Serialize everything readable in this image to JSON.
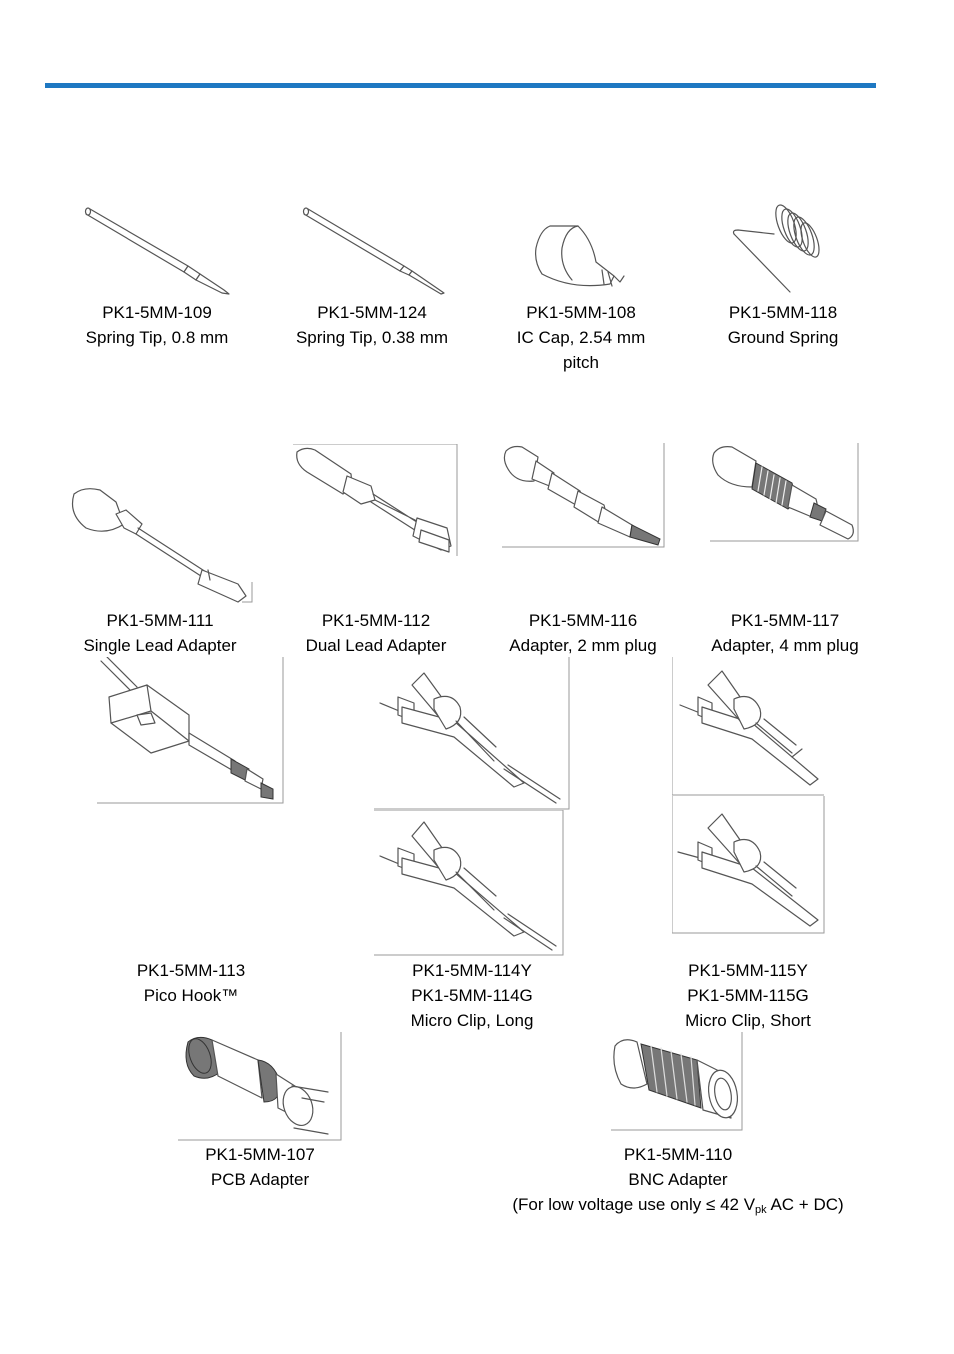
{
  "items": [
    {
      "code": "PK1-5MM-109",
      "desc": "Spring Tip, 0.8 mm",
      "desc2": ""
    },
    {
      "code": "PK1-5MM-124",
      "desc": "Spring Tip, 0.38 mm",
      "desc2": ""
    },
    {
      "code": "PK1-5MM-108",
      "desc": "IC Cap, 2.54 mm",
      "desc2": "pitch"
    },
    {
      "code": "PK1-5MM-118",
      "desc": "Ground Spring",
      "desc2": ""
    },
    {
      "code": "PK1-5MM-111",
      "desc": "Single Lead Adapter",
      "desc2": ""
    },
    {
      "code": "PK1-5MM-112",
      "desc": "Dual Lead Adapter",
      "desc2": ""
    },
    {
      "code": "PK1-5MM-116",
      "desc": "Adapter, 2 mm plug",
      "desc2": ""
    },
    {
      "code": "PK1-5MM-117",
      "desc": "Adapter, 4 mm plug",
      "desc2": ""
    },
    {
      "code": "PK1-5MM-113",
      "desc": "Pico Hook™",
      "desc2": ""
    },
    {
      "code": "PK1-5MM-114Y",
      "desc": "PK1-5MM-114G",
      "desc2": "Micro Clip, Long"
    },
    {
      "code": "PK1-5MM-115Y",
      "desc": "PK1-5MM-115G",
      "desc2": "Micro Clip, Short"
    },
    {
      "code": "PK1-5MM-107",
      "desc": "PCB Adapter",
      "desc2": ""
    },
    {
      "code": "PK1-5MM-110",
      "desc": "BNC Adapter",
      "desc2": ""
    }
  ],
  "bnc_note": {
    "prefix": "(For low voltage use only ≤ 42 V",
    "subscript": "pk",
    "suffix": " AC + DC)"
  }
}
